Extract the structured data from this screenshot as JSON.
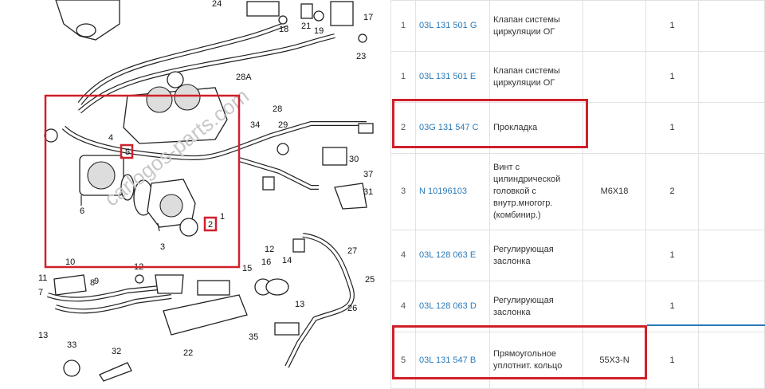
{
  "diagram": {
    "callouts": [
      "24",
      "17",
      "21",
      "19",
      "18",
      "23",
      "28A",
      "28",
      "34",
      "29",
      "30",
      "37",
      "31",
      "4",
      "5",
      "6",
      "2",
      "1",
      "3",
      "10",
      "12",
      "11",
      "7",
      "8",
      "9",
      "13",
      "33",
      "32",
      "12",
      "16",
      "15",
      "14",
      "13",
      "27",
      "25",
      "26",
      "35",
      "22"
    ],
    "watermark": "carlogos-parts.com"
  },
  "table": {
    "rows": [
      {
        "pos": "1",
        "number": "03L 131 501 G",
        "name": "Клапан системы циркуляции ОГ",
        "spec": "",
        "qty": "1"
      },
      {
        "pos": "1",
        "number": "03L 131 501 E",
        "name": "Клапан системы циркуляции ОГ",
        "spec": "",
        "qty": "1"
      },
      {
        "pos": "2",
        "number": "03G 131 547 C",
        "name": "Прокладка",
        "spec": "",
        "qty": "1"
      },
      {
        "pos": "3",
        "number": "N  10196103",
        "name": "Винт с цилиндрической головкой с внутр.многогр. (комбинир.)",
        "spec": "M6X18",
        "qty": "2"
      },
      {
        "pos": "4",
        "number": "03L 128 063 E",
        "name": "Регулирующая заслонка",
        "spec": "",
        "qty": "1"
      },
      {
        "pos": "4",
        "number": "03L 128 063 D",
        "name": "Регулирующая заслонка",
        "spec": "",
        "qty": "1"
      },
      {
        "pos": "5",
        "number": "03L 131 547 B",
        "name": "Прямоугольное уплотнит. кольцо",
        "spec": "55X3-N",
        "qty": "1"
      }
    ]
  },
  "colors": {
    "highlight": "#d0202a",
    "link": "#2a7ab8"
  }
}
